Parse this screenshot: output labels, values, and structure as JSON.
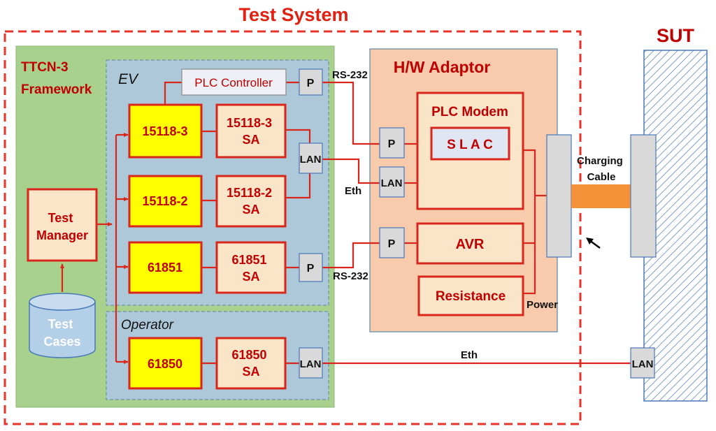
{
  "title": "Test System",
  "sut": {
    "title": "SUT",
    "lan": "LAN"
  },
  "framework": {
    "label_line1": "TTCN-3",
    "label_line2": "Framework"
  },
  "ev": {
    "label": "EV",
    "plc_controller": "PLC Controller",
    "p_top": "P",
    "lan": "LAN",
    "p_61851": "P",
    "boxes": {
      "b15118_3": "15118-3",
      "b15118_3_sa_l1": "15118-3",
      "b15118_3_sa_l2": "SA",
      "b15118_2": "15118-2",
      "b15118_2_sa_l1": "15118-2",
      "b15118_2_sa_l2": "SA",
      "b61851": "61851",
      "b61851_sa_l1": "61851",
      "b61851_sa_l2": "SA"
    }
  },
  "operator": {
    "label": "Operator",
    "b61850": "61850",
    "b61850_sa_l1": "61850",
    "b61850_sa_l2": "SA",
    "lan": "LAN"
  },
  "test_manager": {
    "line1": "Test",
    "line2": "Manager"
  },
  "test_cases": {
    "line1": "Test",
    "line2": "Cases"
  },
  "adaptor": {
    "title": "H/W Adaptor",
    "p1": "P",
    "lan": "LAN",
    "p2": "P",
    "plc_modem": "PLC Modem",
    "slac": "S L A C",
    "avr": "AVR",
    "resistance": "Resistance",
    "power": "Power"
  },
  "labels": {
    "rs232_top": "RS-232",
    "rs232_bottom": "RS-232",
    "eth_mid": "Eth",
    "eth_bottom": "Eth",
    "charging_line1": "Charging",
    "charging_line2": "Cable"
  },
  "colors": {
    "red": "#d9261c",
    "title_red": "#c00000",
    "framework_green": "#a9d18e",
    "ev_blue": "#adc8d8",
    "yellow": "#ffff00",
    "light_orange": "#fbe5c8",
    "adaptor_orange": "#f8cbad",
    "port_gray": "#d9d9d9",
    "cable_orange": "#f4923a",
    "cylinder_blue": "#b4cfe8"
  }
}
